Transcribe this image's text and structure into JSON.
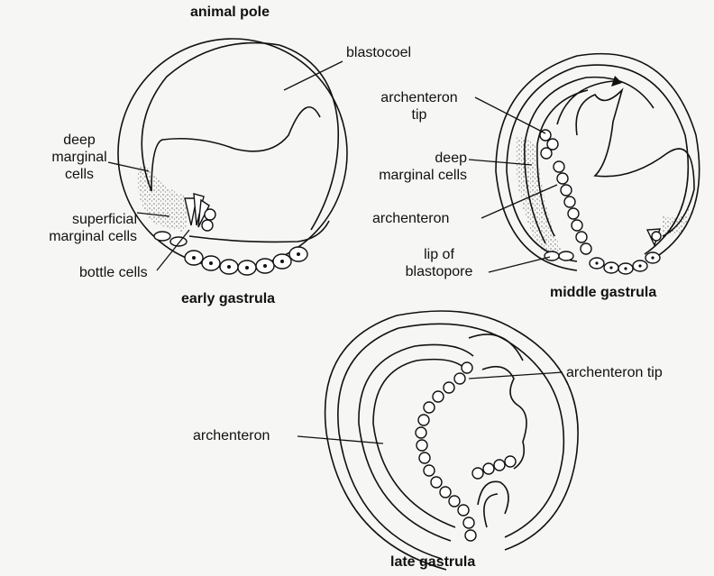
{
  "labels": {
    "animal_pole": "animal pole",
    "blastocoel": "blastocoel",
    "deep_marginal_cells_1": "deep\nmarginal\ncells",
    "superficial_marginal_cells": "superficial\nmarginal cells",
    "bottle_cells": "bottle cells",
    "early_gastrula": "early gastrula",
    "archenteron_tip_1": "archenteron\ntip",
    "deep_marginal_cells_2": "deep\nmarginal cells",
    "archenteron_1": "archenteron",
    "lip_of_blastopore": "lip of\nblastopore",
    "middle_gastrula": "middle gastrula",
    "archenteron_tip_2": "archenteron tip",
    "archenteron_2": "archenteron",
    "late_gastrula": "late gastrula"
  }
}
